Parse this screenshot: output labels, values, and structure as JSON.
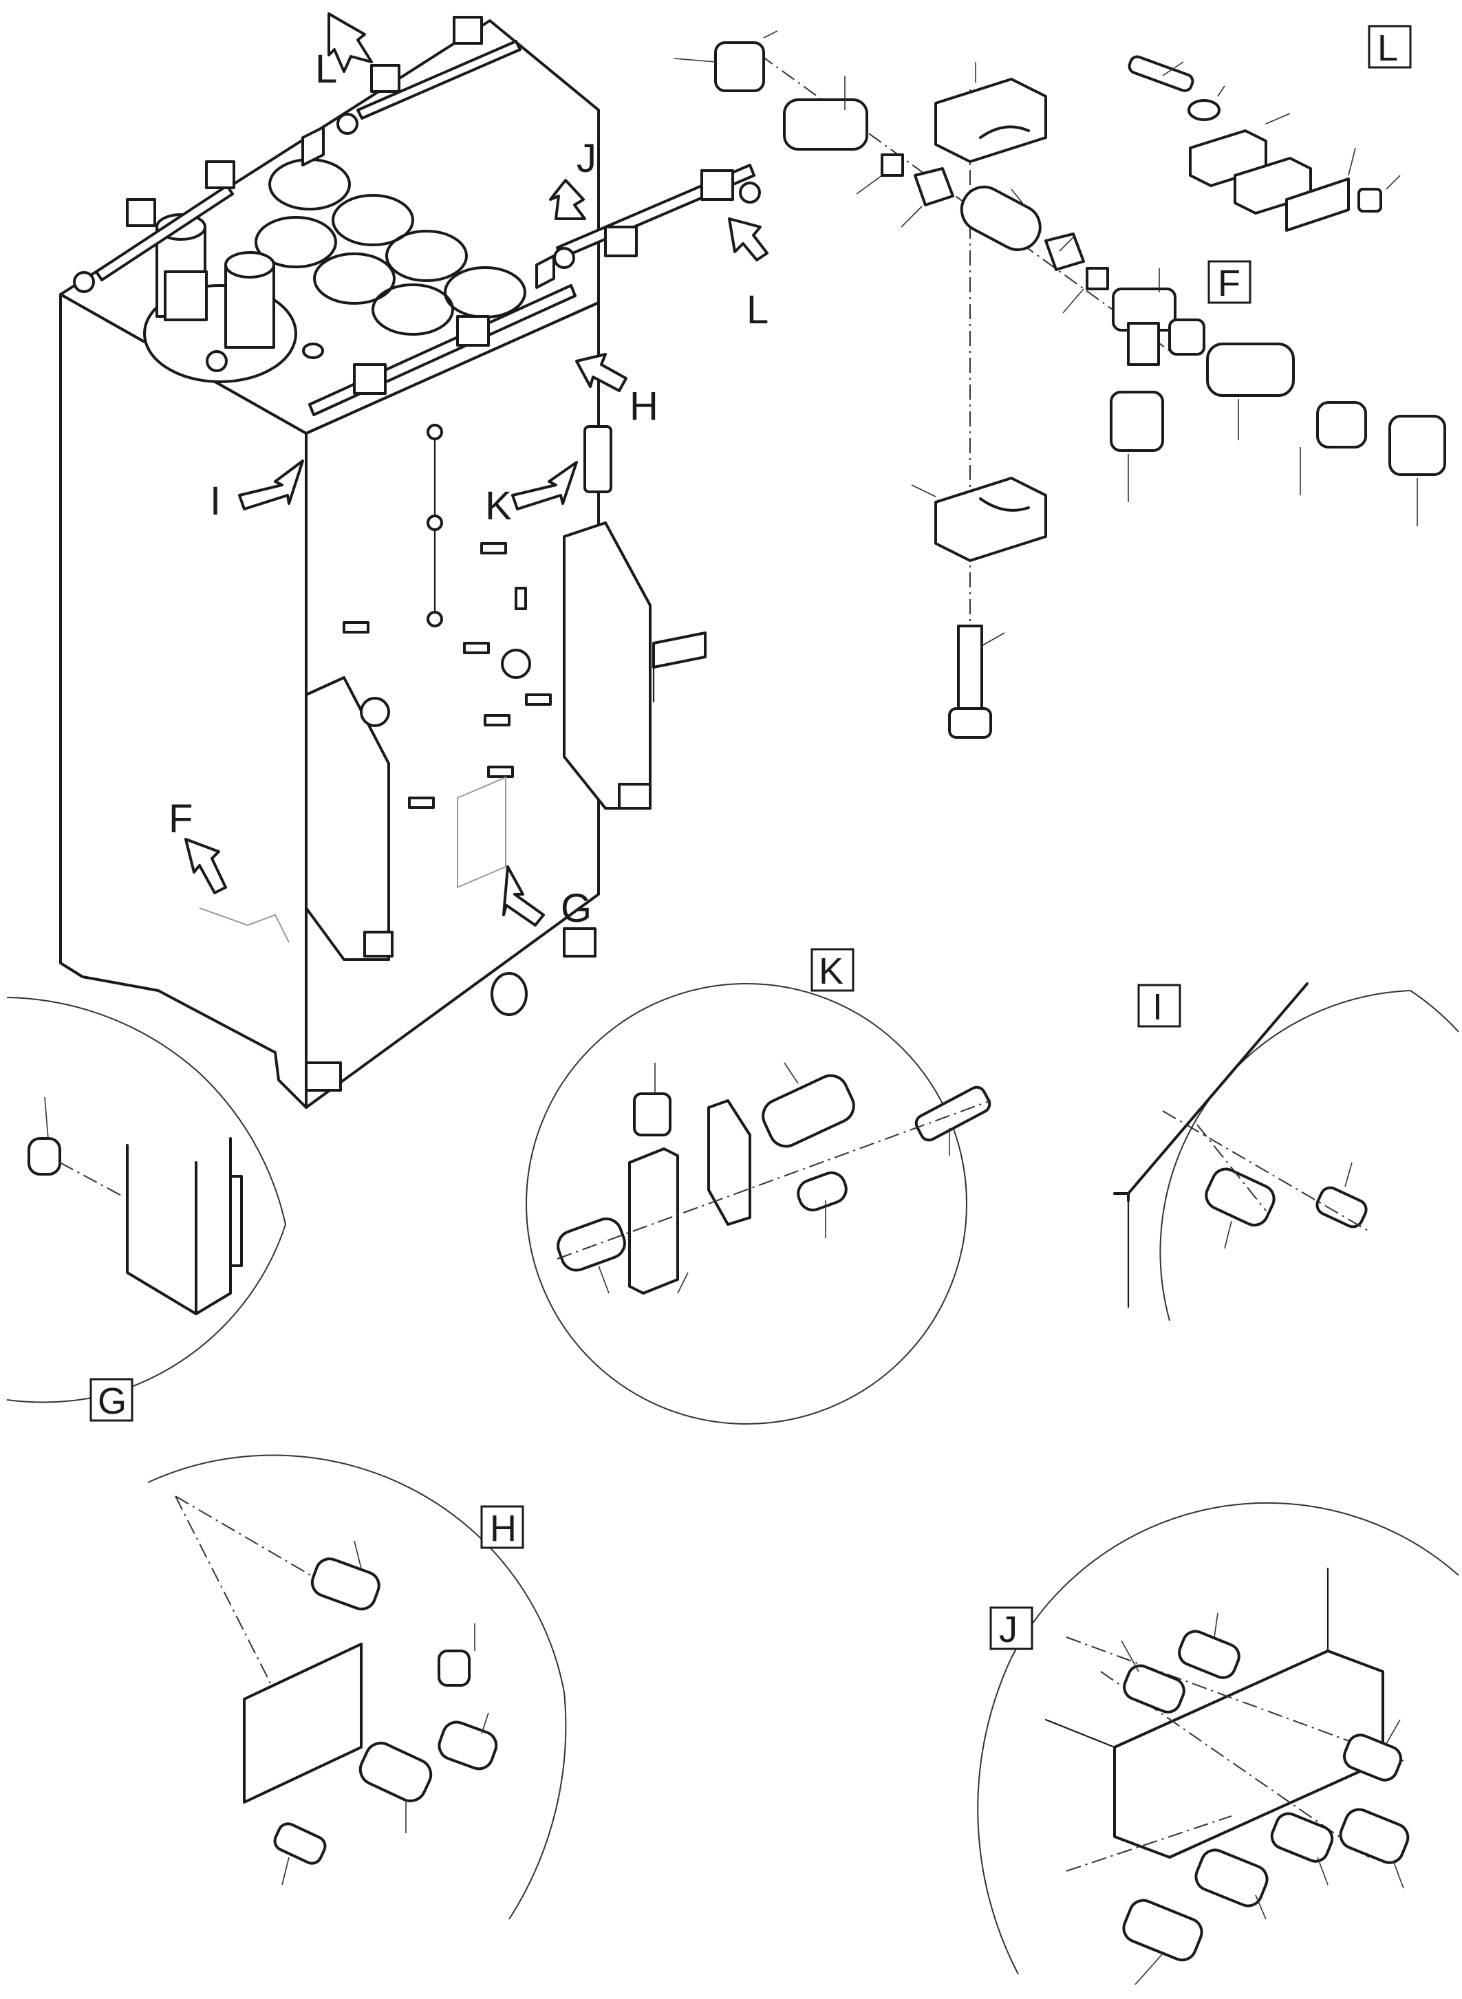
{
  "callouts": {
    "L_top": "L",
    "L_right": "L",
    "J": "J",
    "H": "H",
    "I": "I",
    "K": "K",
    "F": "F",
    "G": "G"
  },
  "detail_labels": {
    "L": "L",
    "F": "F",
    "K": "K",
    "I": "I",
    "G": "G",
    "H": "H",
    "J": "J"
  }
}
